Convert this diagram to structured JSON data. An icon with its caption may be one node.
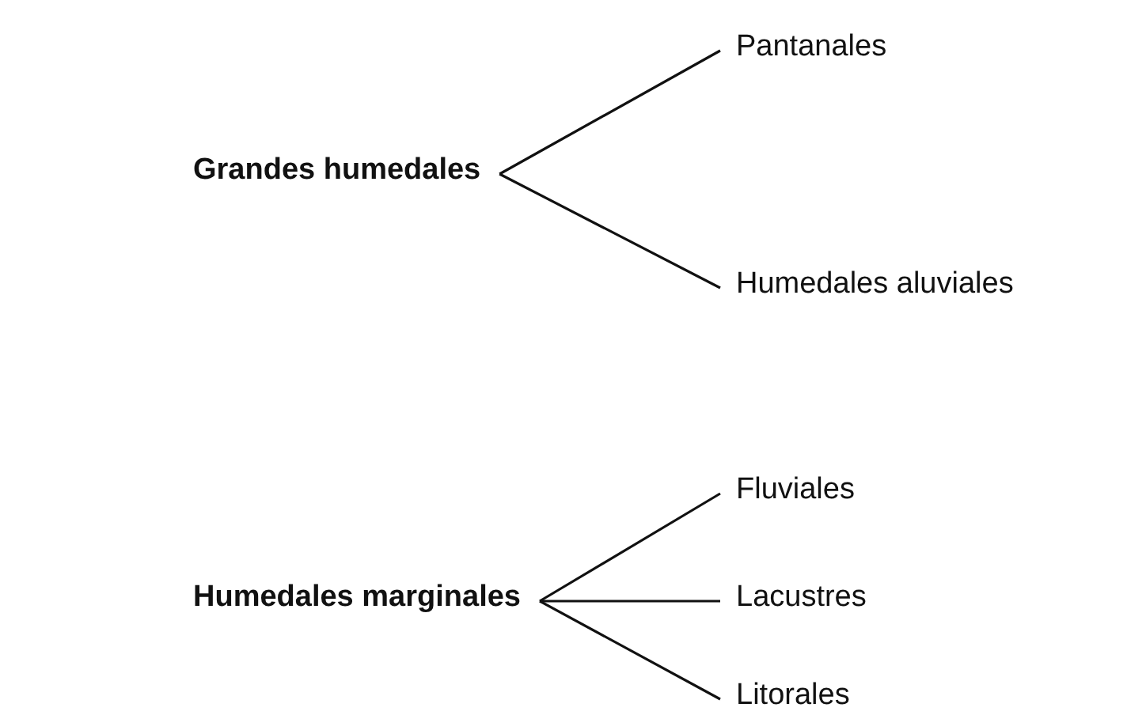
{
  "diagram": {
    "nodes": [
      {
        "text": [
          "Grandes humedales"
        ]
      },
      {
        "text": [
          "Pantanales"
        ]
      },
      {
        "text": [
          "Humedales aluviales"
        ]
      },
      {
        "text": [
          "Humedales marginales"
        ]
      },
      {
        "text": [
          "Fluviales"
        ]
      },
      {
        "text": [
          "Lacustres"
        ]
      },
      {
        "text": [
          "Litorales"
        ]
      }
    ],
    "edges": [
      {
        "from": 0,
        "to": 1,
        "arrow": "none"
      },
      {
        "from": 0,
        "to": 2,
        "arrow": "none"
      },
      {
        "from": 3,
        "to": 4,
        "arrow": "none"
      },
      {
        "from": 3,
        "to": 5,
        "arrow": "none"
      },
      {
        "from": 3,
        "to": 6,
        "arrow": "none"
      }
    ]
  }
}
